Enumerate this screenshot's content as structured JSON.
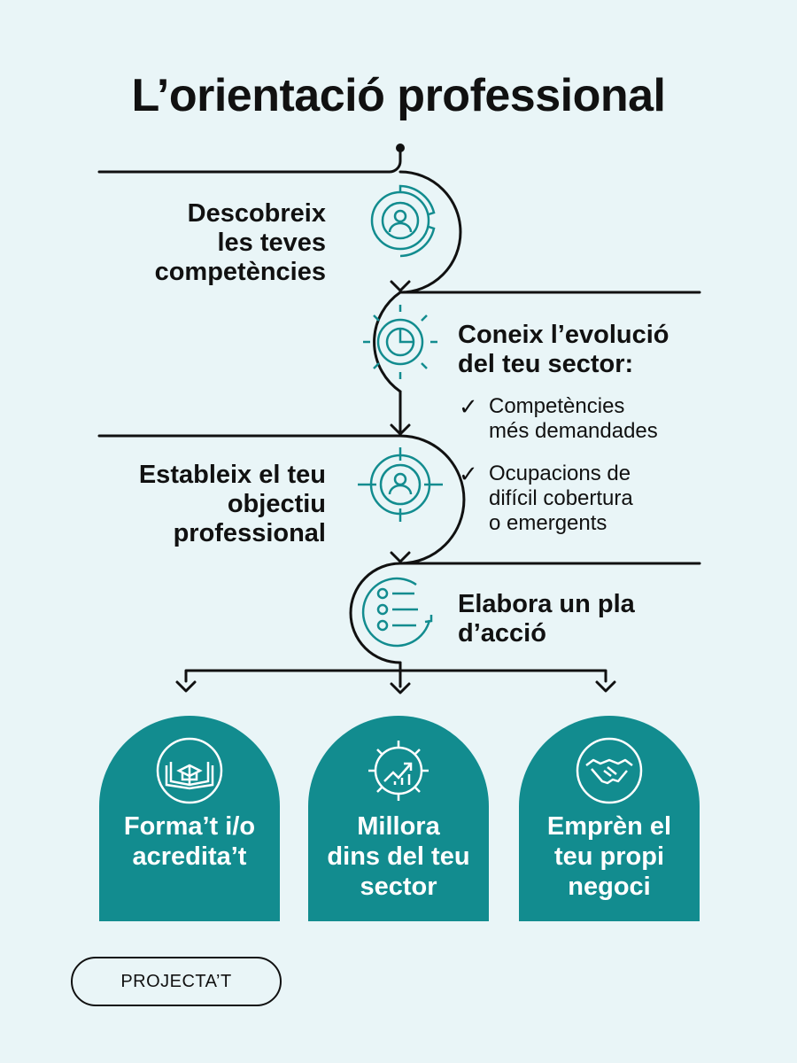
{
  "title": "L’orientació professional",
  "steps": [
    {
      "label": "Descobreix les teves competències",
      "lines": [
        "Descobreix",
        "les teves",
        "competències"
      ]
    },
    {
      "label": "Coneix l’evolució del teu sector:",
      "lines": [
        "Coneix l’evolució",
        "del teu sector:"
      ]
    },
    {
      "label": "Estableix el teu objectiu professional",
      "lines": [
        "Estableix el teu",
        "objectiu",
        "professional"
      ]
    },
    {
      "label": "Elabora un pla d’acció",
      "lines": [
        "Elabora un pla",
        "d’acció"
      ]
    }
  ],
  "bullets": [
    {
      "lines": [
        "Competències",
        "més demandades"
      ]
    },
    {
      "lines": [
        "Ocupacions de",
        "difícil cobertura",
        "o emergents"
      ]
    }
  ],
  "check_glyph": "✓",
  "outcomes": [
    {
      "lines": [
        "Forma’t i/o",
        "acredita’t"
      ],
      "icon": "book-graduation-cap-icon"
    },
    {
      "lines": [
        "Millora",
        "dins del teu",
        "sector"
      ],
      "icon": "gear-growth-chart-icon"
    },
    {
      "lines": [
        "Emprèn el",
        "teu propi",
        "negoci"
      ],
      "icon": "handshake-icon"
    }
  ],
  "footer": "PROJECTA’T",
  "colors": {
    "teal": "#128c8f",
    "background": "#e9f5f7",
    "ink": "#111111"
  }
}
